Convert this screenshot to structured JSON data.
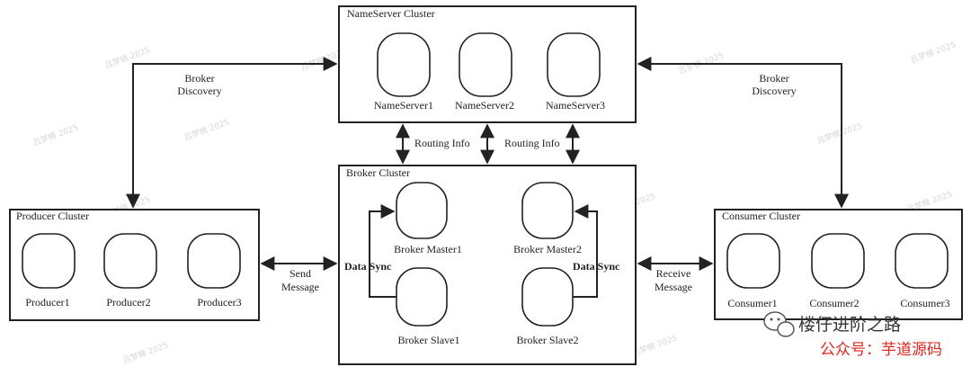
{
  "clusters": {
    "nameserver": {
      "title": "NameServer Cluster",
      "nodes": [
        "NameServer1",
        "NameServer2",
        "NameServer3"
      ]
    },
    "broker": {
      "title": "Broker Cluster",
      "masters": [
        "Broker Master1",
        "Broker Master2"
      ],
      "slaves": [
        "Broker Slave1",
        "Broker Slave2"
      ]
    },
    "producer": {
      "title": "Producer Cluster",
      "nodes": [
        "Producer1",
        "Producer2",
        "Producer3"
      ]
    },
    "consumer": {
      "title": "Consumer Cluster",
      "nodes": [
        "Consumer1",
        "Consumer2",
        "Consumer3"
      ]
    }
  },
  "edges": {
    "broker_discovery_left": [
      "Broker",
      "Discovery"
    ],
    "broker_discovery_right": [
      "Broker",
      "Discovery"
    ],
    "routing_info_left": "Routing Info",
    "routing_info_right": "Routing Info",
    "send_message": [
      "Send",
      "Message"
    ],
    "receive_message": [
      "Receive",
      "Message"
    ],
    "data_sync_left": "Data Sync",
    "data_sync_right": "Data Sync"
  },
  "watermark": {
    "text": "吕梦楠 2025"
  },
  "branding": {
    "account": "楼仔进阶之路",
    "source": "公众号：芋道源码"
  },
  "icons": {
    "branding": "wechat-logo-icon"
  }
}
